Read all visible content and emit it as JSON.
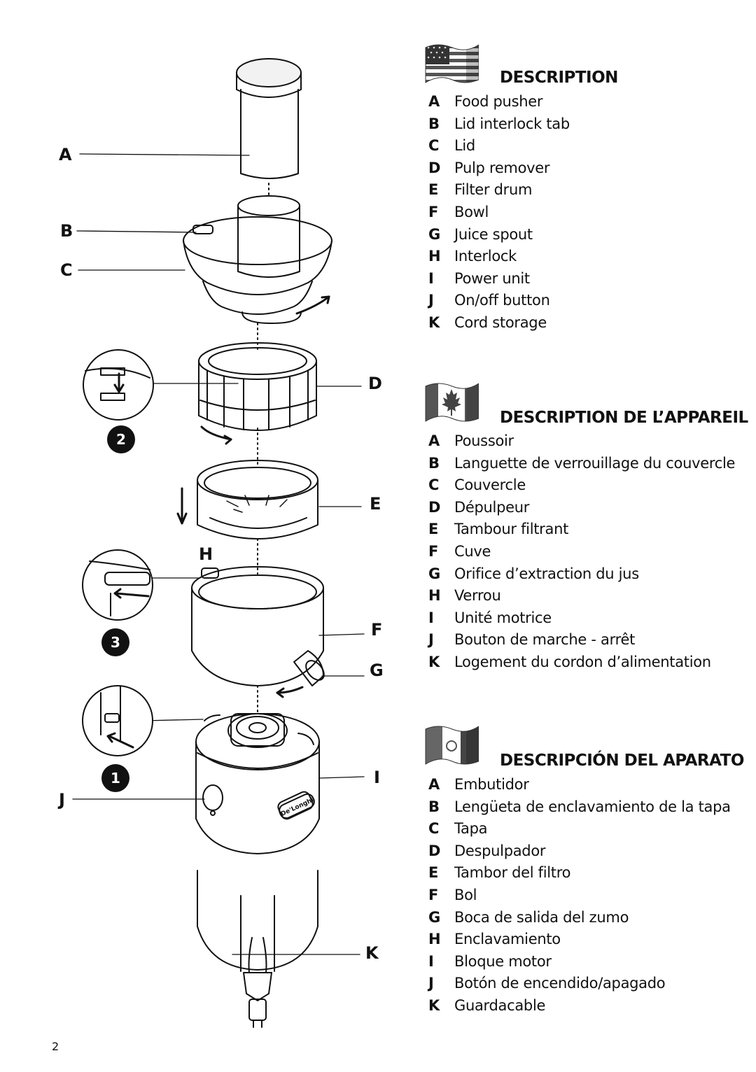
{
  "diagram": {
    "callouts": [
      "A",
      "B",
      "C",
      "D",
      "E",
      "H",
      "F",
      "G",
      "I",
      "J",
      "K"
    ],
    "steps": [
      "2",
      "3",
      "1"
    ],
    "brand_logo": "De'Longhi"
  },
  "sections": [
    {
      "flag": "us-flag-icon",
      "title": "DESCRIPTION",
      "items": [
        {
          "key": "A",
          "text": "Food pusher"
        },
        {
          "key": "B",
          "text": "Lid interlock tab"
        },
        {
          "key": "C",
          "text": "Lid"
        },
        {
          "key": "D",
          "text": "Pulp remover"
        },
        {
          "key": "E",
          "text": "Filter drum"
        },
        {
          "key": "F",
          "text": "Bowl"
        },
        {
          "key": "G",
          "text": "Juice spout"
        },
        {
          "key": "H",
          "text": "Interlock"
        },
        {
          "key": "I",
          "text": "Power unit"
        },
        {
          "key": "J",
          "text": "On/off button"
        },
        {
          "key": "K",
          "text": "Cord storage"
        }
      ]
    },
    {
      "flag": "canada-flag-icon",
      "title": "DESCRIPTION DE L’APPAREIL",
      "items": [
        {
          "key": "A",
          "text": "Poussoir"
        },
        {
          "key": "B",
          "text": "Languette de verrouillage du couvercle"
        },
        {
          "key": "C",
          "text": "Couvercle"
        },
        {
          "key": "D",
          "text": "Dépulpeur"
        },
        {
          "key": "E",
          "text": "Tambour filtrant"
        },
        {
          "key": "F",
          "text": "Cuve"
        },
        {
          "key": "G",
          "text": "Orifice d’extraction du jus"
        },
        {
          "key": "H",
          "text": "Verrou"
        },
        {
          "key": "I",
          "text": "Unité motrice"
        },
        {
          "key": "J",
          "text": "Bouton de marche - arrêt"
        },
        {
          "key": "K",
          "text": "Logement du cordon d’alimentation"
        }
      ]
    },
    {
      "flag": "mexico-flag-icon",
      "title": "DESCRIPCIÓN DEL APARATO",
      "items": [
        {
          "key": "A",
          "text": "Embutidor"
        },
        {
          "key": "B",
          "text": "Lengüeta de enclavamiento de la tapa"
        },
        {
          "key": "C",
          "text": "Tapa"
        },
        {
          "key": "D",
          "text": "Despulpador"
        },
        {
          "key": "E",
          "text": "Tambor del filtro"
        },
        {
          "key": "F",
          "text": "Bol"
        },
        {
          "key": "G",
          "text": "Boca de salida del zumo"
        },
        {
          "key": "H",
          "text": "Enclavamiento"
        },
        {
          "key": "I",
          "text": "Bloque motor"
        },
        {
          "key": "J",
          "text": "Botón de encendido/apagado"
        },
        {
          "key": "K",
          "text": "Guardacable"
        }
      ]
    }
  ],
  "page_number": "2"
}
